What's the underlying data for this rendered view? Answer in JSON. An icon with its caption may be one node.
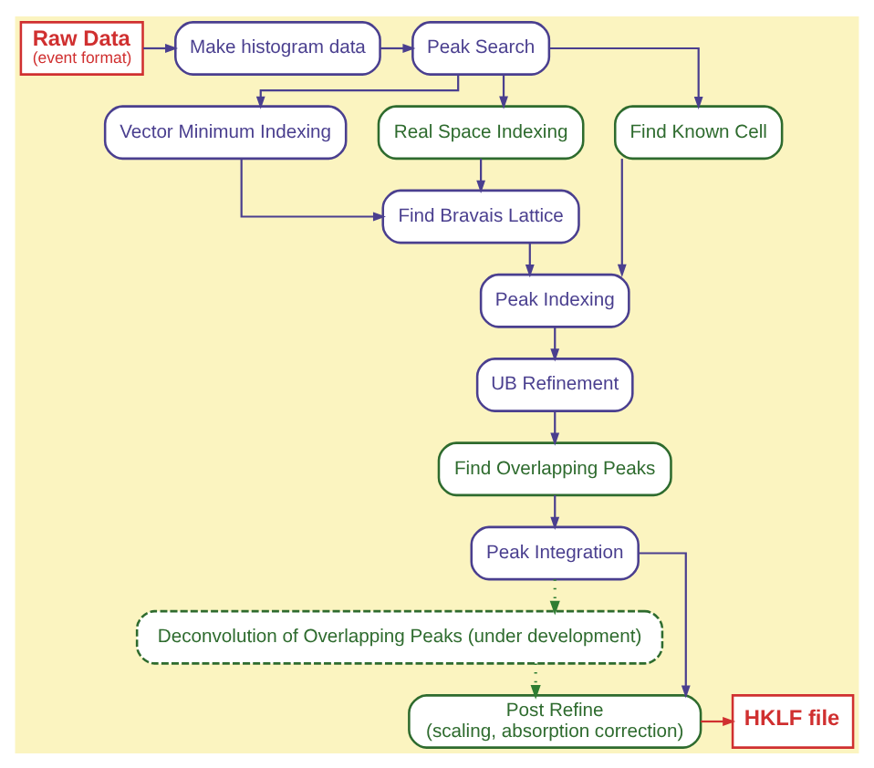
{
  "diagram": {
    "nodes": [
      {
        "text": [
          "Raw Data",
          "(event format)"
        ]
      },
      {
        "text": [
          "Make histogram data"
        ]
      },
      {
        "text": [
          "Peak Search"
        ]
      },
      {
        "text": [
          "Vector Minimum Indexing"
        ]
      },
      {
        "text": [
          "Real Space Indexing"
        ]
      },
      {
        "text": [
          "Find Known Cell"
        ]
      },
      {
        "text": [
          "Find Bravais Lattice"
        ]
      },
      {
        "text": [
          "Peak Indexing"
        ]
      },
      {
        "text": [
          "UB Refinement"
        ]
      },
      {
        "text": [
          "Find Overlapping Peaks"
        ]
      },
      {
        "text": [
          "Peak Integration"
        ]
      },
      {
        "text": [
          "Deconvolution of Overlapping Peaks (under development)"
        ]
      },
      {
        "text": [
          "Post Refine",
          "(scaling, absorption correction)"
        ]
      },
      {
        "text": [
          "HKLF file"
        ]
      }
    ],
    "edges": [
      {
        "from": 0,
        "to": 1,
        "arrow": "to"
      },
      {
        "from": 1,
        "to": 2,
        "arrow": "to"
      },
      {
        "from": 2,
        "to": 3,
        "arrow": "to"
      },
      {
        "from": 2,
        "to": 4,
        "arrow": "to"
      },
      {
        "from": 2,
        "to": 5,
        "arrow": "to"
      },
      {
        "from": 3,
        "to": 6,
        "arrow": "to"
      },
      {
        "from": 4,
        "to": 6,
        "arrow": "to"
      },
      {
        "from": 5,
        "to": 7,
        "arrow": "to"
      },
      {
        "from": 6,
        "to": 7,
        "arrow": "to"
      },
      {
        "from": 7,
        "to": 8,
        "arrow": "to"
      },
      {
        "from": 8,
        "to": 9,
        "arrow": "to"
      },
      {
        "from": 9,
        "to": 10,
        "arrow": "to"
      },
      {
        "from": 10,
        "to": 11,
        "arrow": "to",
        "style": "dashed",
        "color": "#2e7d32"
      },
      {
        "from": 11,
        "to": 12,
        "arrow": "to",
        "style": "dashed",
        "color": "#2e7d32"
      },
      {
        "from": 10,
        "to": 12,
        "arrow": "to"
      },
      {
        "from": 12,
        "to": 13,
        "arrow": "to",
        "color": "#d03030"
      }
    ]
  }
}
